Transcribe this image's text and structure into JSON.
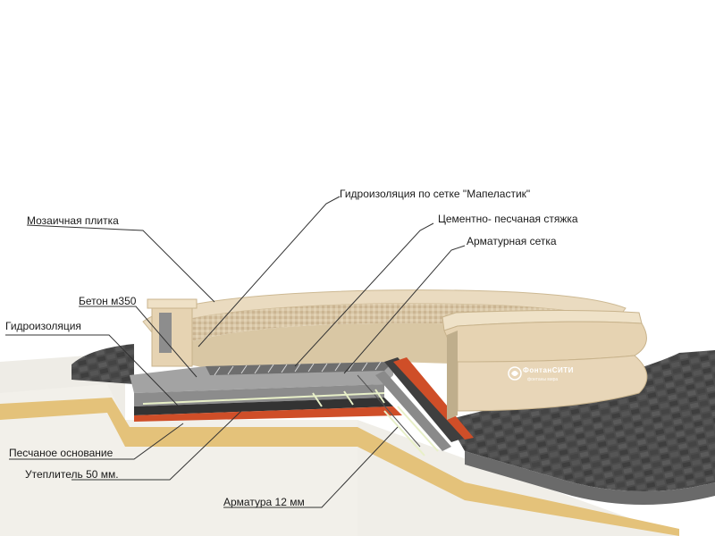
{
  "labels": {
    "waterproofing_mesh": "Гидроизоляция по сетке \"Мапеластик\"",
    "mosaic_tile": "Мозаичная плитка",
    "cement_screed": "Цементно- песчаная стяжка",
    "rebar_mesh": "Арматурная сетка",
    "concrete": "Бетон м350",
    "waterproofing": "Гидроизоляция",
    "sand_base": "Песчаное основание",
    "insulation": "Утеплитель 50 мм.",
    "rebar": "Арматура 12 мм"
  },
  "brand": {
    "name": "ФонтанСИТИ",
    "tagline": "фонтаны мира"
  },
  "colors": {
    "travertine": "#e8d6b8",
    "mosaic": "#d6c2a0",
    "concrete": "#9a9a9a",
    "screed": "#6b6b6b",
    "waterproofing": "#3a3a3a",
    "insulation": "#d0502a",
    "sand": "#e4c27a",
    "paving": "#4a4a4a",
    "ground": "#f1efe9"
  }
}
